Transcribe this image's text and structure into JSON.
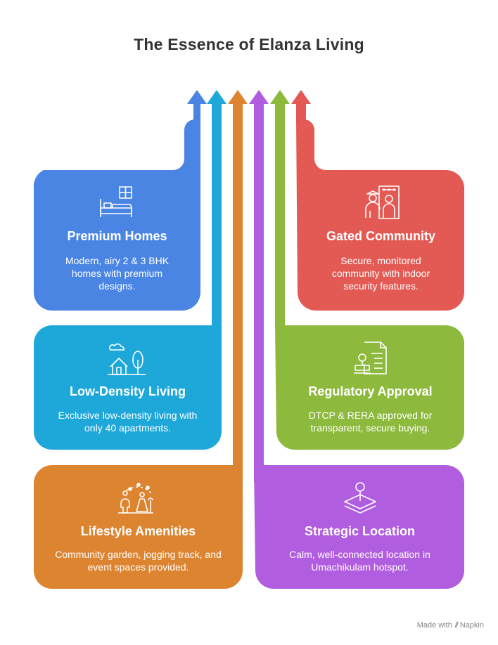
{
  "title": "The Essence of Elanza Living",
  "cards": [
    {
      "id": "premium-homes",
      "title": "Premium Homes",
      "desc": "Modern, airy 2 & 3 BHK homes with premium designs.",
      "color": "#4a85e4",
      "icon": "bed-window-icon"
    },
    {
      "id": "low-density",
      "title": "Low-Density Living",
      "desc": "Exclusive low-density living with only 40 apartments.",
      "color": "#1ea8d9",
      "icon": "house-tree-icon"
    },
    {
      "id": "lifestyle-amenities",
      "title": "Lifestyle Amenities",
      "desc": "Community garden, jogging track, and event spaces provided.",
      "color": "#dd8430",
      "icon": "park-people-icon"
    },
    {
      "id": "strategic-location",
      "title": "Strategic Location",
      "desc": "Calm, well-connected location in Umachikulam hotspot.",
      "color": "#b15ddf",
      "icon": "location-pin-icon"
    },
    {
      "id": "regulatory-approval",
      "title": "Regulatory Approval",
      "desc": "DTCP & RERA approved for transparent, secure buying.",
      "color": "#8db93c",
      "icon": "certificate-stamp-icon"
    },
    {
      "id": "gated-community",
      "title": "Gated Community",
      "desc": "Secure, monitored community with indoor security features.",
      "color": "#e35a54",
      "icon": "security-guard-gate-icon"
    }
  ],
  "footer": {
    "made_with": "Made with",
    "brand": "Napkin"
  }
}
